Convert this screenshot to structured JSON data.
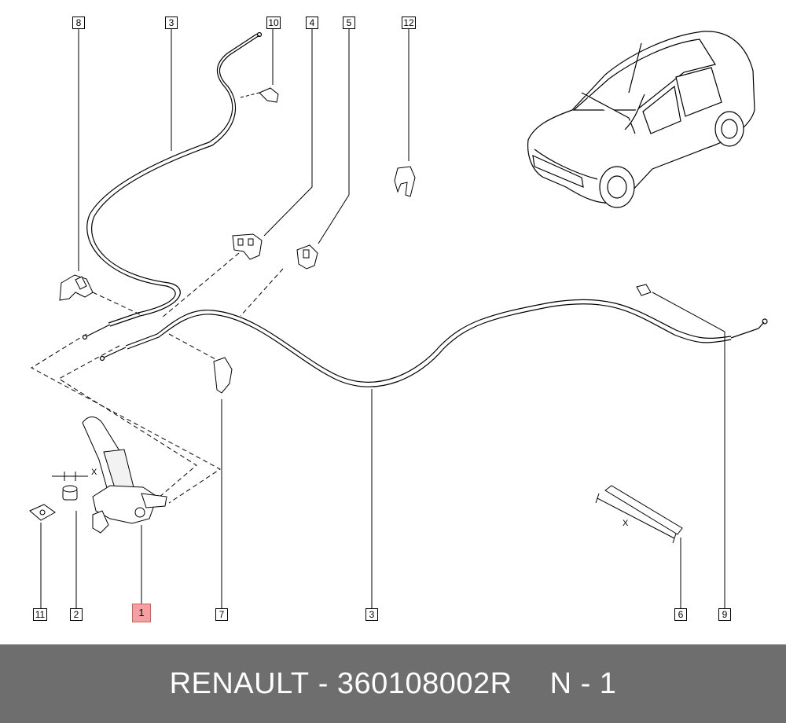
{
  "callouts": {
    "c8": "8",
    "c3_top": "3",
    "c10": "10",
    "c4": "4",
    "c5": "5",
    "c12": "12",
    "c11": "11",
    "c2": "2",
    "c1": "1",
    "c7": "7",
    "c3_bottom": "3",
    "c6": "6",
    "c9": "9"
  },
  "dimension_labels": {
    "x_nut": "X",
    "x_tie": "X"
  },
  "footer": {
    "brand": "RENAULT",
    "separator": "-",
    "part_number": "360108002R",
    "page": "N - 1"
  },
  "colors": {
    "highlight": "#f4a0a0",
    "footer_bg": "#6e6e6e",
    "footer_text": "#ffffff"
  }
}
